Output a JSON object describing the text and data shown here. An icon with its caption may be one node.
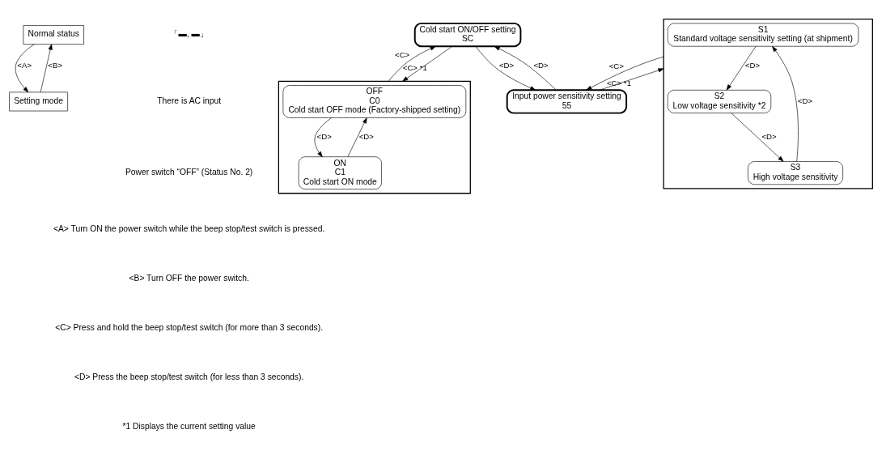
{
  "diagram": {
    "nodes": [
      {
        "text": [
          "Normal status"
        ]
      },
      {
        "text": [
          "Setting mode"
        ]
      },
      {
        "text": [
          "Cold start ON/OFF setting",
          "SC"
        ]
      },
      {
        "text": [
          "Input power sensitivity setting",
          "55"
        ]
      },
      {
        "text": [],
        "shape": "box"
      },
      {
        "text": [
          "OFF",
          "C0",
          "Cold start OFF mode (Factory-shipped setting)"
        ],
        "in": 4
      },
      {
        "text": [
          "ON",
          "C1",
          "Cold start ON mode"
        ],
        "in": 4
      },
      {
        "text": [],
        "shape": "box"
      },
      {
        "text": [
          "S1",
          "Standard voltage sensitivity setting (at shipment)"
        ],
        "in": 7
      },
      {
        "text": [
          "S2",
          "Low voltage sensitivity *2"
        ],
        "in": 7
      },
      {
        "text": [
          "S3",
          "High voltage sensitivity"
        ],
        "in": 7
      }
    ],
    "edges": [
      {
        "from": 0,
        "to": 1,
        "arrow": "to",
        "label": "<A>"
      },
      {
        "from": 1,
        "to": 0,
        "arrow": "to",
        "label": "<B>"
      },
      {
        "from": 2,
        "to": 4,
        "arrow": "to",
        "label": "<C> *1"
      },
      {
        "from": 4,
        "to": 2,
        "arrow": "to",
        "label": "<C>"
      },
      {
        "from": 2,
        "to": 3,
        "arrow": "to",
        "label": "<D>"
      },
      {
        "from": 3,
        "to": 2,
        "arrow": "to",
        "label": "<D>"
      },
      {
        "from": 3,
        "to": 7,
        "arrow": "to",
        "label": "<C> *1"
      },
      {
        "from": 7,
        "to": 3,
        "arrow": "to",
        "label": "<C>"
      },
      {
        "from": 5,
        "to": 6,
        "arrow": "to",
        "label": "<D>"
      },
      {
        "from": 6,
        "to": 5,
        "arrow": "to",
        "label": "<D>"
      },
      {
        "from": 8,
        "to": 9,
        "arrow": "to",
        "label": "<D>"
      },
      {
        "from": 9,
        "to": 10,
        "arrow": "to",
        "label": "<D>"
      },
      {
        "from": 10,
        "to": 8,
        "arrow": "to",
        "label": "<D>"
      }
    ],
    "labels": [
      "「▬, ▬」",
      "There is AC input",
      "Power switch “OFF” (Status No. 2)",
      "<A> Turn ON the power switch while the beep stop/test switch is pressed.",
      "<B> Turn OFF the power switch.",
      "<C> Press and hold the beep stop/test switch (for more than 3 seconds).",
      "<D> Press the beep stop/test switch (for less than 3 seconds).",
      "*1 Displays the current setting value"
    ]
  }
}
